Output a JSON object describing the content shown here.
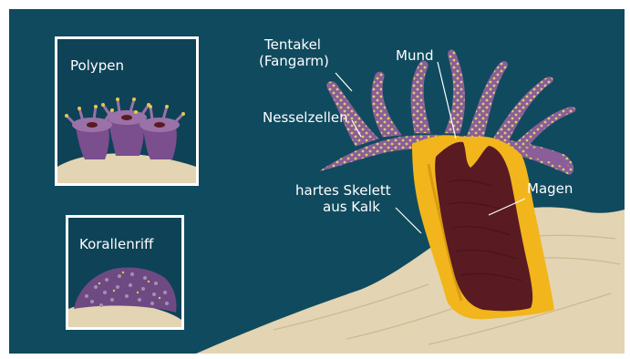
{
  "colors": {
    "background": "#104a5e",
    "sand": "#e3d4b3",
    "tissue": "#8a5e98",
    "dots": "#d9cf6a",
    "skeleton": "#f2b51c",
    "stomach": "#5a1a22",
    "label": "#ffffff"
  },
  "labels": {
    "tentakel": "Tentakel",
    "fangarm": "(Fangarm)",
    "mund": "Mund",
    "nesselzellen": "Nesselzellen",
    "magen": "Magen",
    "skelett_1": "hartes Skelett",
    "skelett_2": "aus Kalk"
  },
  "insets": {
    "polypen": "Polypen",
    "korallenriff": "Korallenriff"
  }
}
